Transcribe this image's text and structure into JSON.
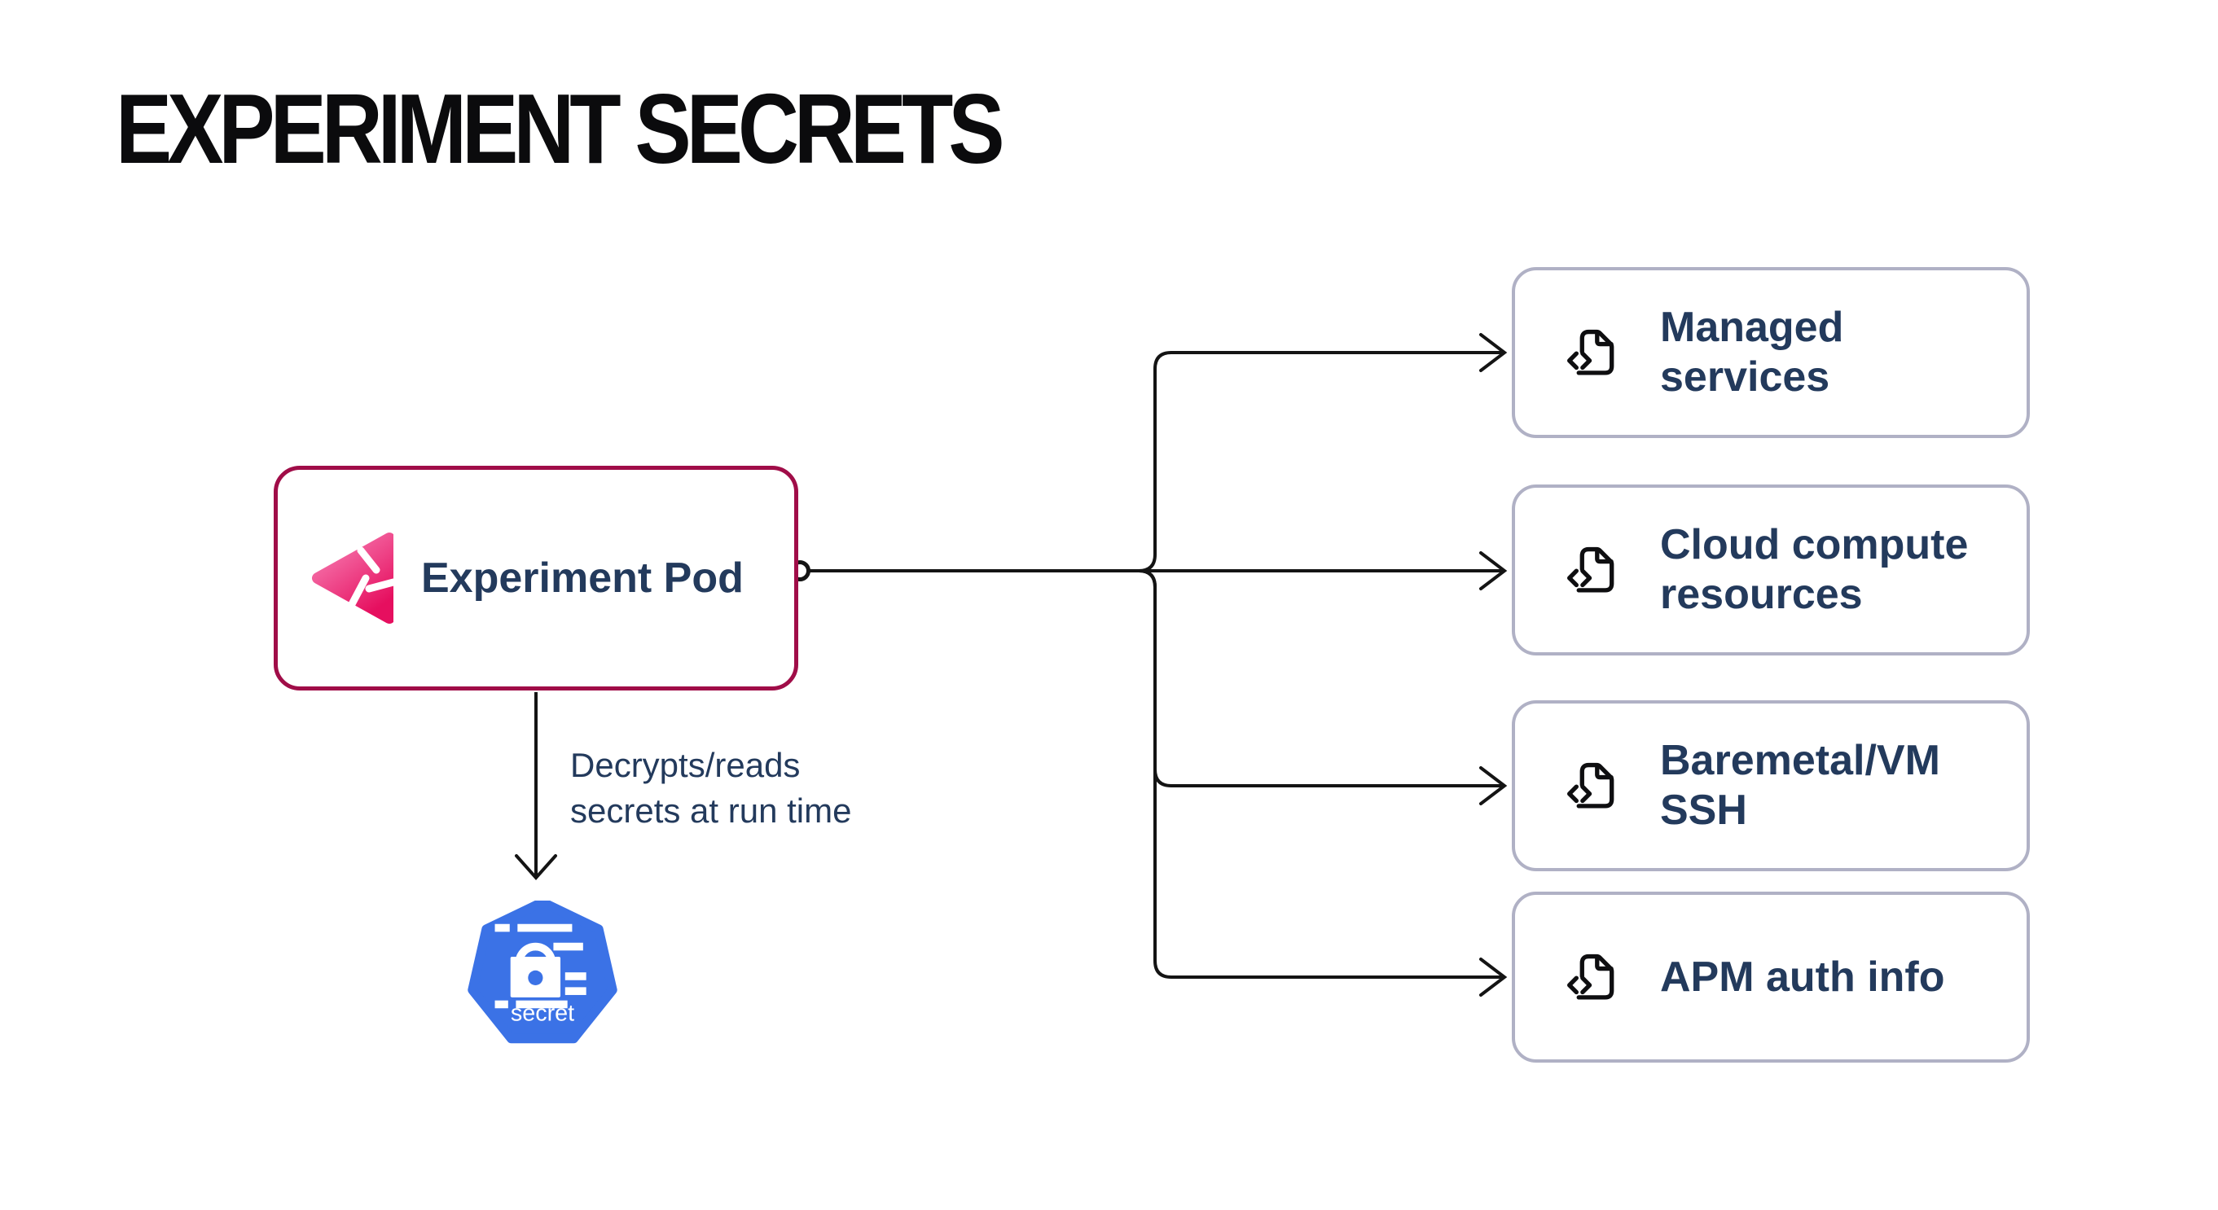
{
  "title": "EXPERIMENT SECRETS",
  "pod": {
    "label": "Experiment Pod",
    "icon": "litmus-experiment-logo-icon"
  },
  "edge_caption": {
    "text": "Decrypts/reads\nsecrets at run time"
  },
  "secret_node": {
    "label": "secret",
    "icon": "kubernetes-secret-icon"
  },
  "targets": [
    {
      "label": "Managed\nservices",
      "icon": "file-code-icon"
    },
    {
      "label": "Cloud compute\nresources",
      "icon": "file-code-icon"
    },
    {
      "label": "Baremetal/VM\nSSH",
      "icon": "file-code-icon"
    },
    {
      "label": "APM auth info",
      "icon": "file-code-icon"
    }
  ],
  "colors": {
    "pod_border": "#A00D48",
    "target_border": "#B0B1C5",
    "label_navy": "#233A5C",
    "kubernetes_blue": "#3B72E6",
    "logo_pink_light": "#F884B8",
    "logo_pink_dark": "#E60F5F",
    "connector_line": "#141414",
    "title_black": "#0B0B0D"
  }
}
